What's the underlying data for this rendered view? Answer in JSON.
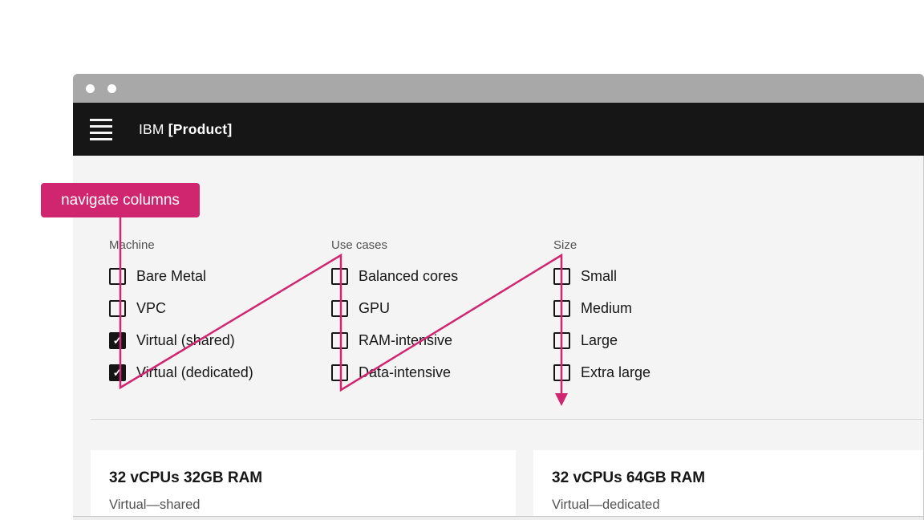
{
  "window": {
    "header": {
      "brand": "IBM",
      "product": "[Product]"
    }
  },
  "annotation": {
    "label": "navigate columns",
    "color": "#d02670",
    "path_points": "150,271 150,483 425,318 425,486 700,318 700,491",
    "arrow_points": "692,490 708,490 700,506"
  },
  "filters": [
    {
      "title": "Machine",
      "items": [
        {
          "label": "Bare Metal",
          "checked": false
        },
        {
          "label": "VPC",
          "checked": false
        },
        {
          "label": "Virtual (shared)",
          "checked": true
        },
        {
          "label": "Virtual (dedicated)",
          "checked": true
        }
      ]
    },
    {
      "title": "Use cases",
      "items": [
        {
          "label": "Balanced cores",
          "checked": false
        },
        {
          "label": "GPU",
          "checked": false
        },
        {
          "label": "RAM-intensive",
          "checked": false
        },
        {
          "label": "Data-intensive",
          "checked": false
        }
      ]
    },
    {
      "title": "Size",
      "items": [
        {
          "label": "Small",
          "checked": false
        },
        {
          "label": "Medium",
          "checked": false
        },
        {
          "label": "Large",
          "checked": false
        },
        {
          "label": "Extra large",
          "checked": false
        }
      ]
    }
  ],
  "cards": [
    {
      "title": "32 vCPUs 32GB RAM",
      "subtitle": "Virtual—shared"
    },
    {
      "title": "32 vCPUs 64GB RAM",
      "subtitle": "Virtual—dedicated"
    }
  ],
  "colors": {
    "magenta": "#d02670",
    "header_bg": "#161616",
    "titlebar_bg": "#a8a8a8",
    "body_bg": "#f4f4f4"
  }
}
